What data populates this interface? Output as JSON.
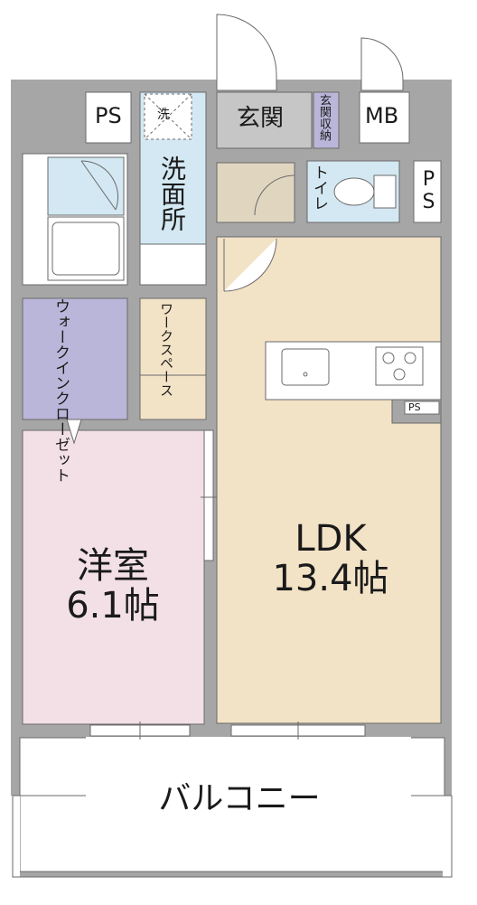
{
  "colors": {
    "wall": "#a6a6a6",
    "ldk": "#f2e2c6",
    "bedroom": "#f2e0e6",
    "closet": "#b9b6d9",
    "wet": "#d3e8f2",
    "entrance": "#c6c6c6",
    "genkan_storage": "#b9b6d9",
    "worksp": "#f2e2c6",
    "floor_dark": "#e0d6c0",
    "outline": "#6a6a6a"
  },
  "rooms": {
    "ldk": {
      "name": "LDK",
      "size": "13.4帖"
    },
    "bedroom": {
      "name": "洋室",
      "size": "6.1帖"
    },
    "balcony": "バルコニー",
    "genkan": "玄関",
    "genkan_storage": "玄関収納",
    "senmenjo": "洗面所",
    "toilet": "トイレ",
    "walkin": "ウォークインクローゼット",
    "workspace": "ワークスペース",
    "ps_left": "PS",
    "ps_right": "PS",
    "ps_kitchen": "PS",
    "mb": "MB",
    "washer": "洗"
  }
}
